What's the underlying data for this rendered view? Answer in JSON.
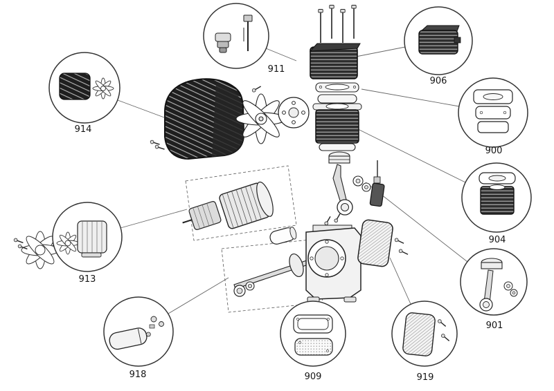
{
  "diagram": {
    "kind": "exploded-parts-diagram",
    "subject": "air compressor pump assembly",
    "colors": {
      "background": "#ffffff",
      "line": "#2a2a2a"
    },
    "callouts": [
      {
        "part_number": "914",
        "depicts": "fan cover and fan"
      },
      {
        "part_number": "911",
        "depicts": "valve fitting and pin"
      },
      {
        "part_number": "906",
        "depicts": "finned cylinder head"
      },
      {
        "part_number": "900",
        "depicts": "valve plate and gasket set"
      },
      {
        "part_number": "904",
        "depicts": "finned cylinder with gasket"
      },
      {
        "part_number": "901",
        "depicts": "piston and connecting rod"
      },
      {
        "part_number": "913",
        "depicts": "motor with cooling fan"
      },
      {
        "part_number": "918",
        "depicts": "capacitor with fittings"
      },
      {
        "part_number": "909",
        "depicts": "gasket and base plate"
      },
      {
        "part_number": "919",
        "depicts": "side cover plate with screws"
      }
    ]
  }
}
